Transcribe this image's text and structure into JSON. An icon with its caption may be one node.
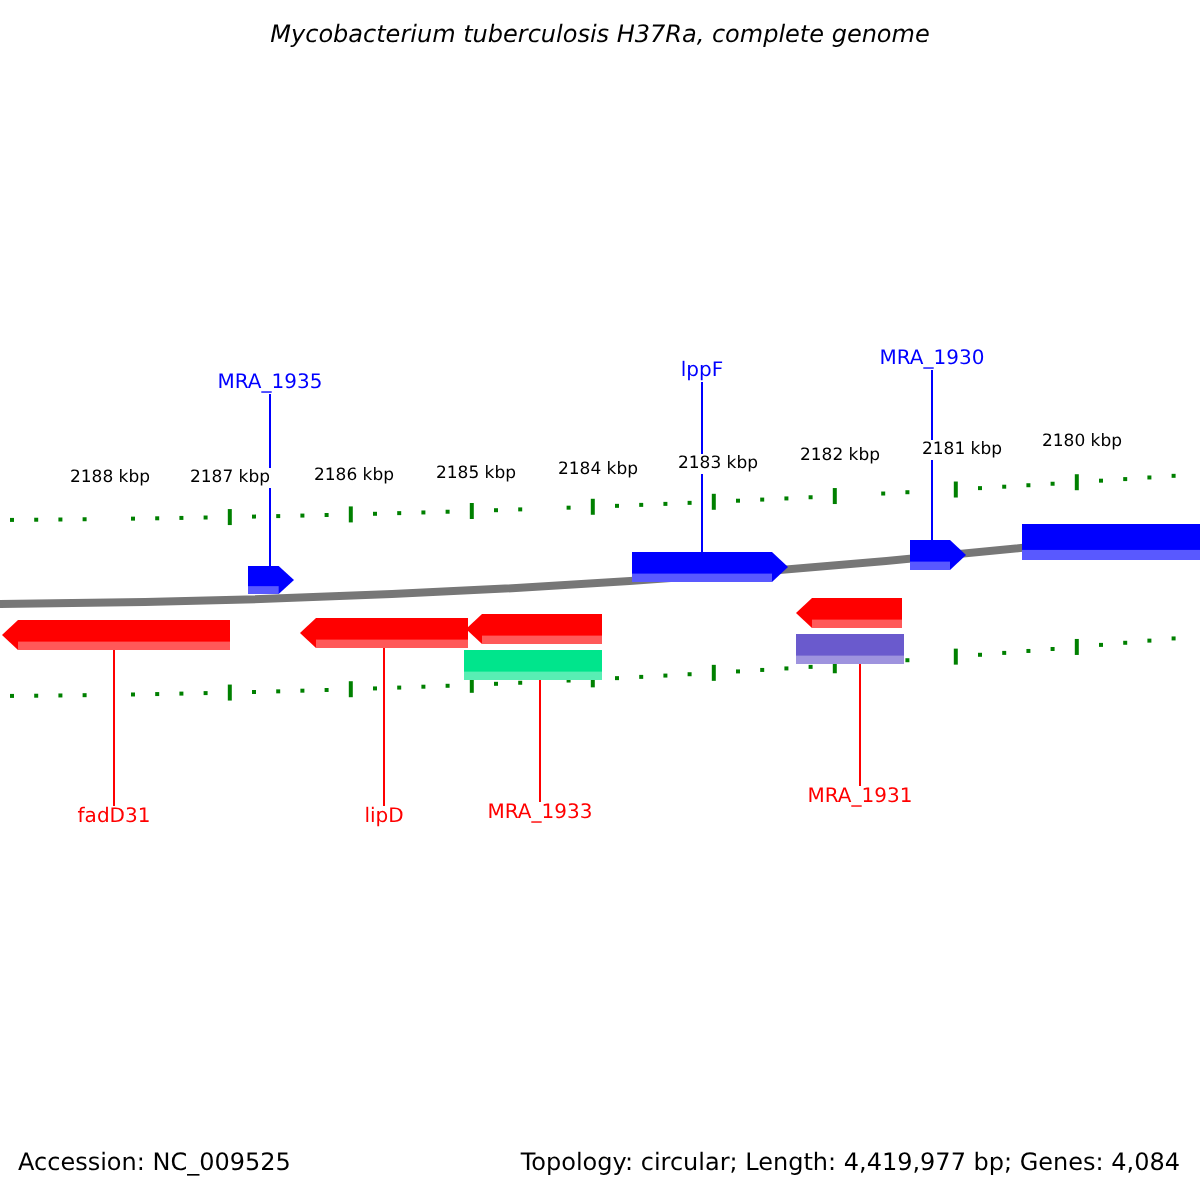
{
  "diagram": {
    "title": "Mycobacterium tuberculosis H37Ra, complete genome",
    "nodes": [
      {
        "text": [
          "MRA_1935"
        ]
      },
      {
        "text": [
          "lppF"
        ]
      },
      {
        "text": [
          "MRA_1930"
        ]
      },
      {
        "text": [],
        "shape": "pentagon"
      },
      {
        "text": [],
        "shape": "pentagon"
      },
      {
        "text": [],
        "shape": "pentagon"
      },
      {
        "text": [],
        "shape": "bar"
      },
      {
        "text": [],
        "shape": "pentagon"
      },
      {
        "text": [],
        "shape": "pentagon"
      },
      {
        "text": [],
        "shape": "pentagon"
      },
      {
        "text": [],
        "shape": "bar"
      },
      {
        "text": [],
        "shape": "pentagon"
      },
      {
        "text": [],
        "shape": "bar"
      },
      {
        "text": [
          "fadD31"
        ]
      },
      {
        "text": [
          "lipD"
        ]
      },
      {
        "text": [
          "MRA_1933"
        ]
      },
      {
        "text": [
          "MRA_1931"
        ]
      }
    ],
    "edges": [
      {
        "from": 0,
        "to": 3,
        "arrow": "none",
        "color": "#0000ff"
      },
      {
        "from": 1,
        "to": 4,
        "arrow": "none",
        "color": "#0000ff"
      },
      {
        "from": 2,
        "to": 5,
        "arrow": "none",
        "color": "#0000ff"
      },
      {
        "from": 13,
        "to": 7,
        "arrow": "none"
      },
      {
        "from": 14,
        "to": 8,
        "arrow": "none"
      },
      {
        "from": 15,
        "to": 10,
        "arrow": "none"
      },
      {
        "from": 16,
        "to": 12,
        "arrow": "none"
      }
    ],
    "labels": [
      "2188 kbp",
      "2187 kbp",
      "2186 kbp",
      "2185 kbp",
      "2184 kbp",
      "2183 kbp",
      "2182 kbp",
      "2181 kbp",
      "2180 kbp",
      "Accession: NC_009525",
      "Topology: circular; Length: 4,419,977 bp; Genes: 4,084"
    ]
  }
}
